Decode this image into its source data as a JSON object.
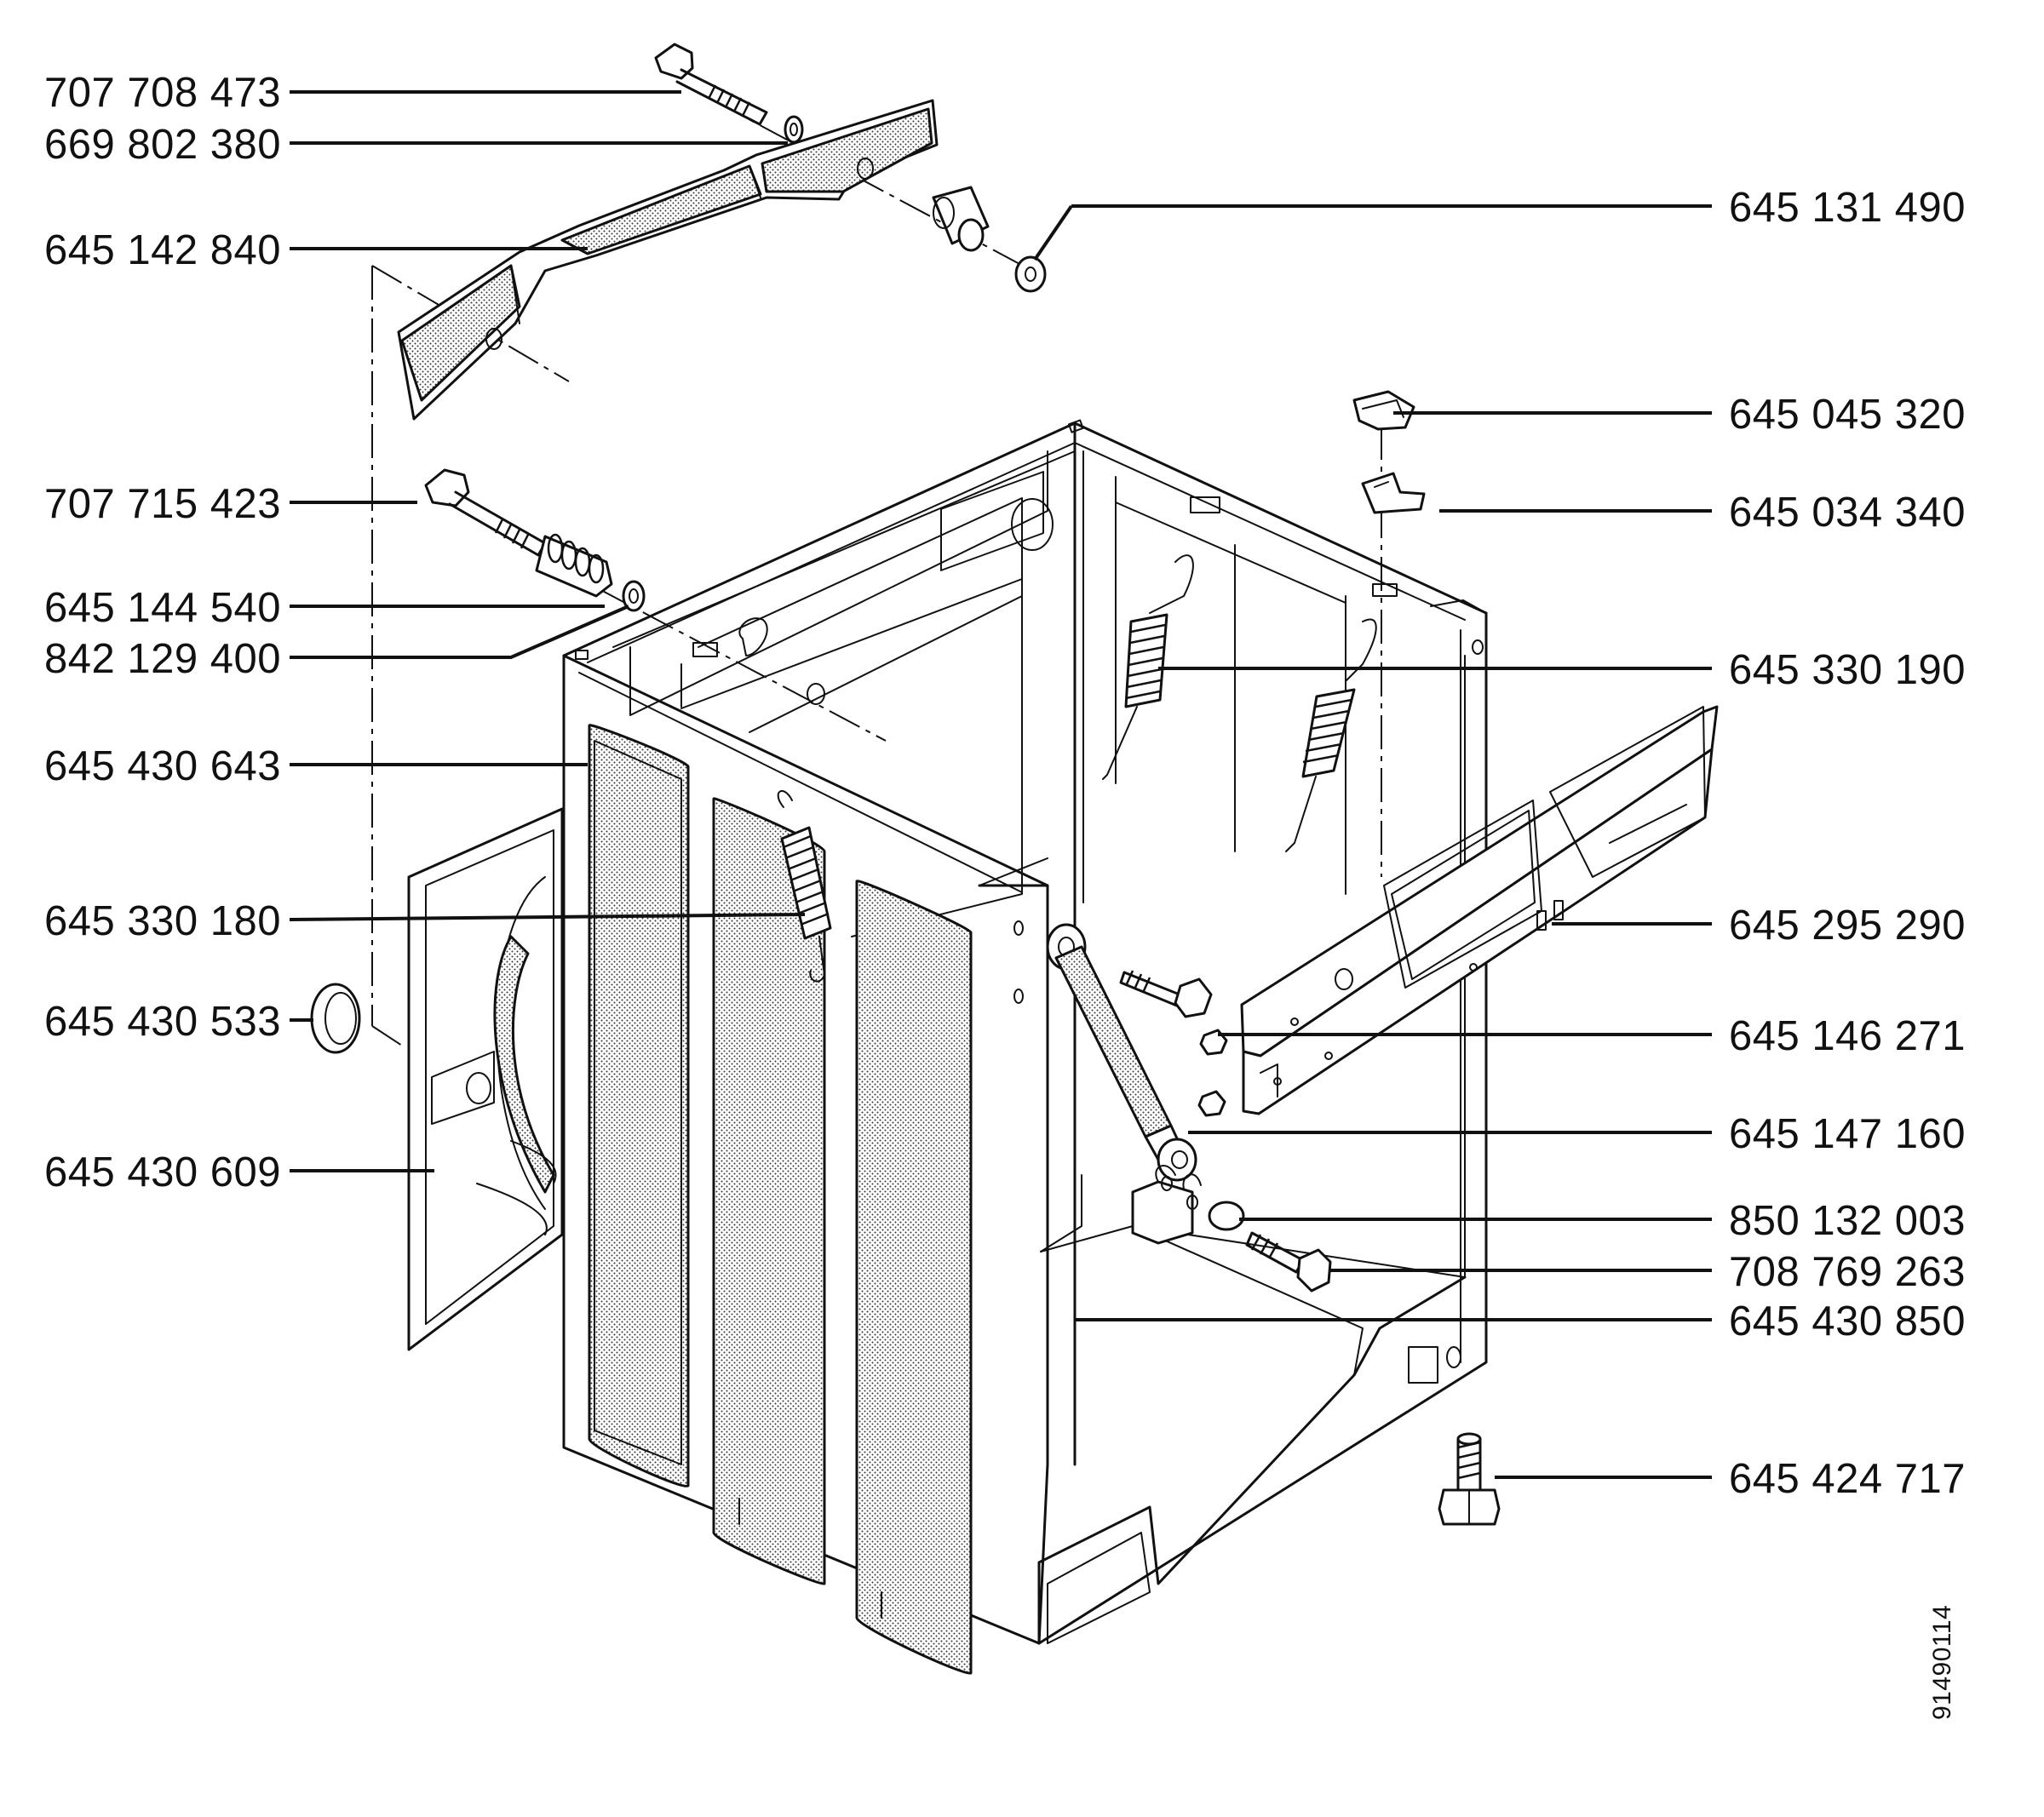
{
  "drawing_ref": "91490114",
  "callouts_left": [
    "707 708 473",
    "669 802 380",
    "645 142 840",
    "707 715 423",
    "645 144 540",
    "842 129 400",
    "645 430 643",
    "645 330 180",
    "645 430 533",
    "645 430 609"
  ],
  "callouts_right": [
    "645 131 490",
    "645 045 320",
    "645 034 340",
    "645 330 190",
    "645 295 290",
    "645 146 271",
    "645 147 160",
    "850 132 003",
    "708 769 263",
    "645 430 850",
    "645 424 717"
  ]
}
